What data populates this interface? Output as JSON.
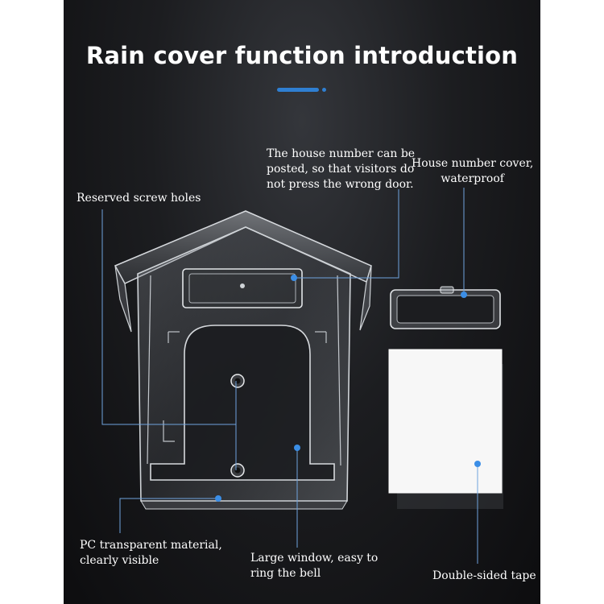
{
  "title": "Rain cover function introduction",
  "callouts": {
    "screw_holes": "Reserved screw holes",
    "house_number_posted": [
      "The house number can be",
      "posted, so that visitors do",
      "not press the wrong door."
    ],
    "house_number_cover": [
      "House number cover,",
      "waterproof"
    ],
    "pc_material": [
      "PC transparent material,",
      "clearly visible"
    ],
    "large_window": [
      "Large window, easy to",
      "ring the bell"
    ],
    "double_sided_tape": "Double-sided tape"
  },
  "colors": {
    "accent": "#2f7fd2",
    "background": "#151618",
    "text": "#ffffff"
  }
}
